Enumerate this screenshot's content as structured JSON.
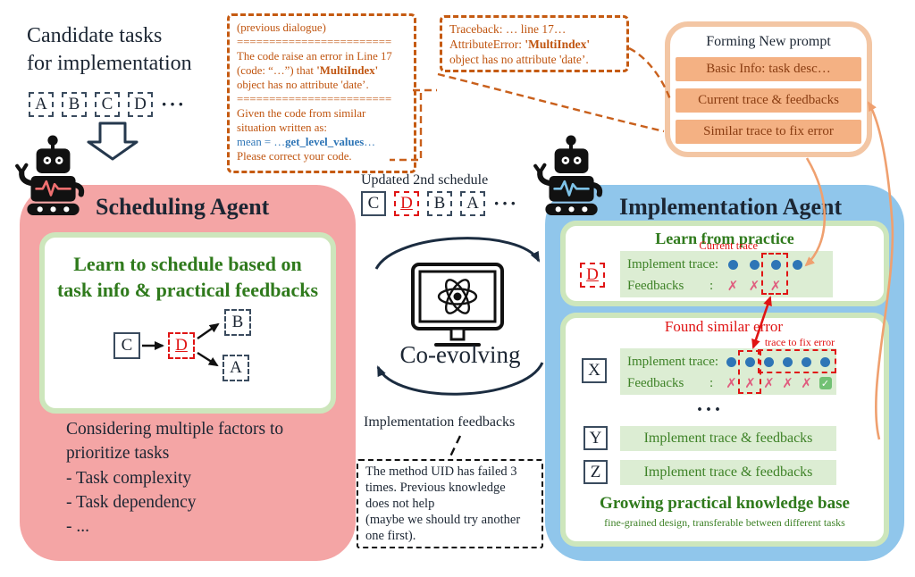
{
  "candidate": {
    "line1": "Candidate tasks",
    "line2": "for implementation",
    "tasks": [
      "A",
      "B",
      "C",
      "D"
    ],
    "ellipsis": "···"
  },
  "dialogue": {
    "l1": "(previous dialogue)",
    "divider": "========================",
    "l2": "The code raise an error in Line 17",
    "l3a": "(code: “…”) that ",
    "l3b": "'MultiIndex'",
    "l4": "object has no attribute 'date’.",
    "l5": "Given the code from similar",
    "l6": "situation written as:",
    "l7a": "mean = …",
    "l7b": "get_level_values",
    "l7c": "…",
    "l8": "Please correct your code."
  },
  "traceback": {
    "l1": "Traceback: … line 17…",
    "l2a": "AttributeError: ",
    "l2b": "'MultiIndex'",
    "l3": "object has no attribute 'date’."
  },
  "prompt_box": {
    "title": "Forming New prompt",
    "items": [
      "Basic Info: task desc…",
      "Current trace & feedbacks",
      "Similar trace to fix error"
    ]
  },
  "scheduler": {
    "title": "Scheduling Agent",
    "learn1": "Learn to schedule based on",
    "learn2": "task info & practical feedbacks",
    "nodes": {
      "c": "C",
      "d": "D",
      "b": "B",
      "a": "A"
    },
    "considering": [
      "Considering multiple factors to",
      "prioritize tasks",
      "- Task complexity",
      "- Task dependency",
      "- ..."
    ]
  },
  "middle": {
    "schedule_label": "Updated 2nd schedule",
    "schedule": [
      "C",
      "D",
      "B",
      "A"
    ],
    "ellipsis": "···",
    "coevolving": "Co-evolving",
    "impl_feedback_label": "Implementation feedbacks",
    "note": [
      "The method UID has failed 3",
      "times. Previous knowledge",
      "does not help",
      "(maybe we should try another",
      "one first)."
    ]
  },
  "impl": {
    "title": "Implementation Agent",
    "learn_title": "Learn from practice",
    "current_trace": "Current trace",
    "found_similar": "Found similar error",
    "trace_to_fix": "trace to fix error",
    "trace_label": "Implement trace:",
    "feedback_label": "Feedbacks",
    "colon": ":",
    "tasks": {
      "d": "D",
      "x": "X",
      "y": "Y",
      "z": "Z"
    },
    "yz_text": "Implement trace & feedbacks",
    "ellipsis": "···",
    "kb_title": "Growing practical knowledge base",
    "kb_sub": "fine-grained design, transferable between different tasks"
  },
  "icons": {
    "cross": "✗",
    "check": "✓"
  },
  "colors": {
    "scheduler_pink": "#F4A5A5",
    "implementation_blue": "#90C6EB",
    "panel_green": "#DCEDD3",
    "inner_border_green": "#CDE6BC",
    "orange_bar": "#F4B183",
    "orange_border": "#C55A11",
    "accent_red": "#E01414",
    "dot_blue": "#2E75B6",
    "cross_pink": "#E05C7E",
    "check_green": "#72C174",
    "green_text": "#3E8227"
  }
}
